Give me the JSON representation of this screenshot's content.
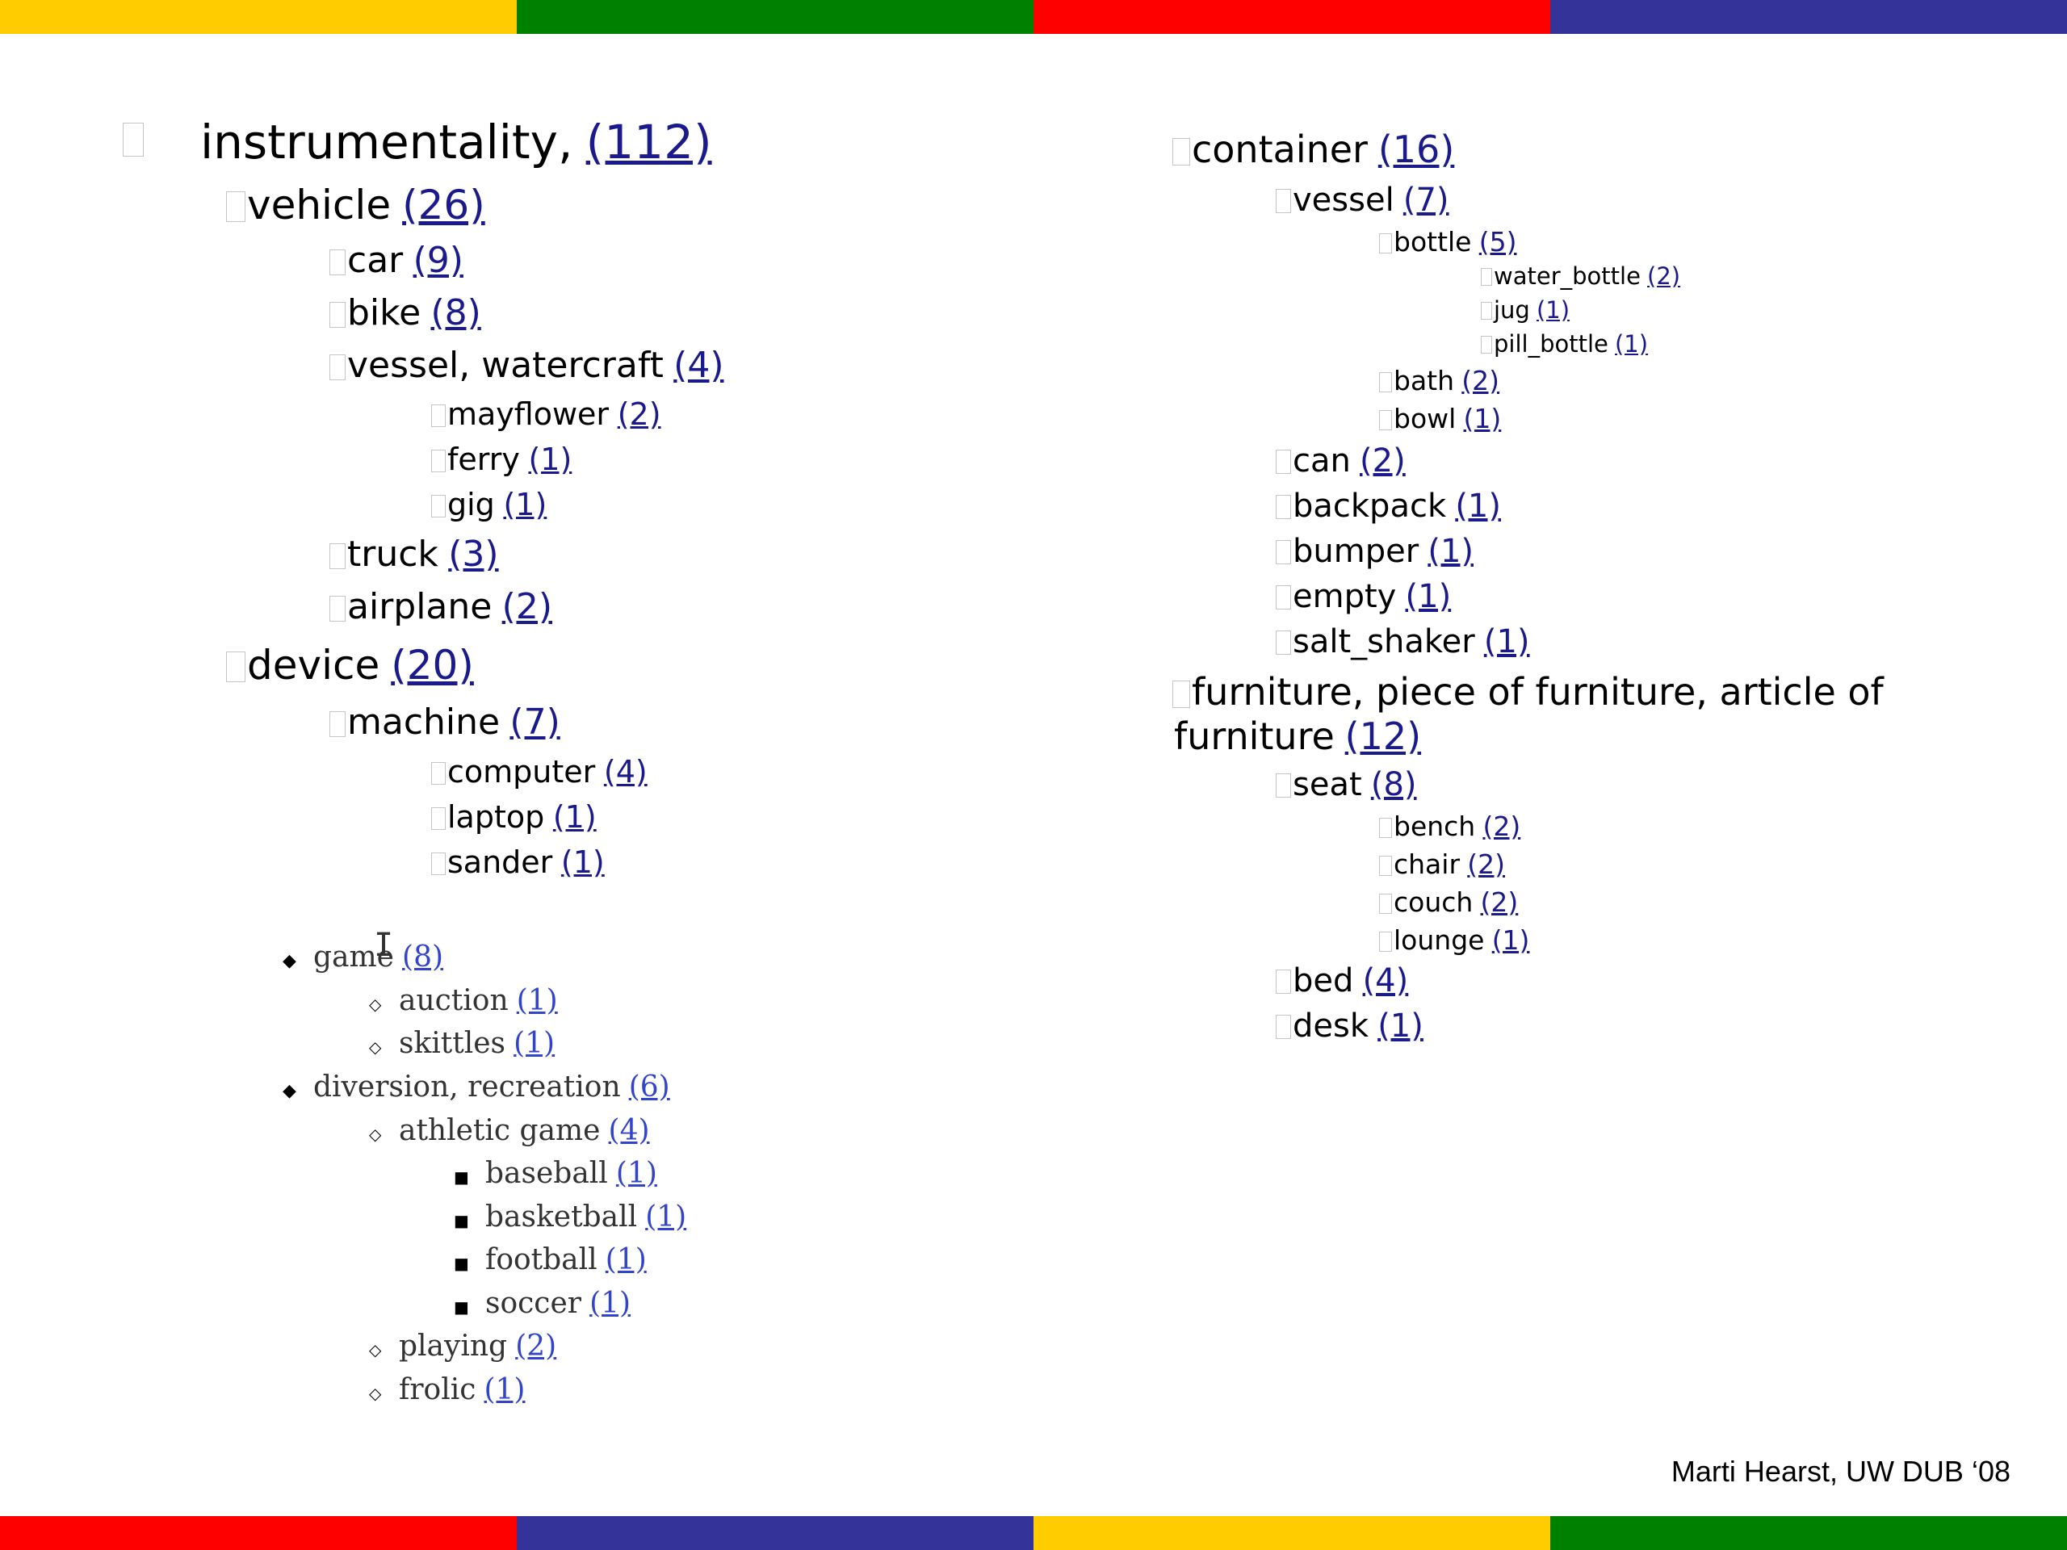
{
  "colors": {
    "top_bar": [
      "#FFCC00",
      "#008000",
      "#FF0000",
      "#333399"
    ],
    "bottom_bar": [
      "#FF0000",
      "#333399",
      "#FFCC00",
      "#008000"
    ],
    "link": "#1a1a8c",
    "link_serif": "#3344cc"
  },
  "sans_lines": [
    {
      "label": "instrumentality,",
      "count": "(112)"
    },
    {
      "label": "vehicle",
      "count": "(26)"
    },
    {
      "label": "car",
      "count": "(9)"
    },
    {
      "label": "bike",
      "count": "(8)"
    },
    {
      "label": "vessel, watercraft",
      "count": "(4)"
    },
    {
      "label": "mayflower",
      "count": "(2)"
    },
    {
      "label": "ferry",
      "count": "(1)"
    },
    {
      "label": "gig",
      "count": "(1)"
    },
    {
      "label": "truck",
      "count": "(3)"
    },
    {
      "label": "airplane",
      "count": "(2)"
    },
    {
      "label": "device",
      "count": "(20)"
    },
    {
      "label": "machine",
      "count": "(7)"
    },
    {
      "label": "computer",
      "count": "(4)"
    },
    {
      "label": "laptop",
      "count": "(1)"
    },
    {
      "label": "sander",
      "count": "(1)"
    },
    {
      "label": "container",
      "count": "(16)"
    },
    {
      "label": "vessel",
      "count": "(7)"
    },
    {
      "label": "bottle",
      "count": "(5)"
    },
    {
      "label": "water_bottle",
      "count": "(2)"
    },
    {
      "label": "jug",
      "count": "(1)"
    },
    {
      "label": "pill_bottle",
      "count": "(1)"
    },
    {
      "label": "bath",
      "count": "(2)"
    },
    {
      "label": "bowl",
      "count": "(1)"
    },
    {
      "label": "can",
      "count": "(2)"
    },
    {
      "label": "backpack",
      "count": "(1)"
    },
    {
      "label": "bumper",
      "count": "(1)"
    },
    {
      "label": "empty",
      "count": "(1)"
    },
    {
      "label": "salt_shaker",
      "count": "(1)"
    },
    {
      "label": "furniture, piece of furniture, article of",
      "count": ""
    },
    {
      "label": "furniture",
      "count": "(12)"
    },
    {
      "label": "seat",
      "count": "(8)"
    },
    {
      "label": "bench",
      "count": "(2)"
    },
    {
      "label": "chair",
      "count": "(2)"
    },
    {
      "label": "couch",
      "count": "(2)"
    },
    {
      "label": "lounge",
      "count": "(1)"
    },
    {
      "label": "bed",
      "count": "(4)"
    },
    {
      "label": "desk",
      "count": "(1)"
    }
  ],
  "serif_lines": [
    {
      "label": "game",
      "count": "(8)"
    },
    {
      "label": "auction",
      "count": "(1)"
    },
    {
      "label": "skittles",
      "count": "(1)"
    },
    {
      "label": "diversion, recreation",
      "count": "(6)"
    },
    {
      "label": "athletic game",
      "count": "(4)"
    },
    {
      "label": "baseball",
      "count": "(1)"
    },
    {
      "label": "basketball",
      "count": "(1)"
    },
    {
      "label": "football",
      "count": "(1)"
    },
    {
      "label": "soccer",
      "count": "(1)"
    },
    {
      "label": "playing",
      "count": "(2)"
    },
    {
      "label": "frolic",
      "count": "(1)"
    }
  ],
  "bullet_glyphs": {
    "filled_diamond": "◆",
    "open_diamond": "◇",
    "filled_square": "■"
  },
  "cursor_glyph": "I",
  "credit": "Marti Hearst, UW DUB ‘08"
}
